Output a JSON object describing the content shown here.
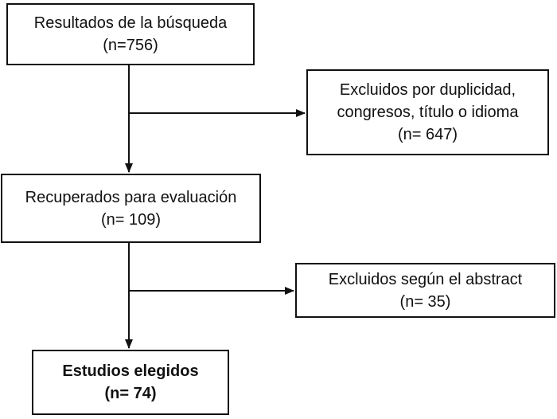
{
  "flowchart": {
    "search_results": {
      "title": "Resultados de la búsqueda",
      "count": "(n=756)"
    },
    "excluded_duplicates": {
      "line1": "Excluidos por duplicidad,",
      "line2": "congresos, título o idioma",
      "count": "(n= 647)"
    },
    "retrieved": {
      "title": "Recuperados para evaluación",
      "count": "(n= 109)"
    },
    "excluded_abstract": {
      "title": "Excluidos según el abstract",
      "count": "(n= 35)"
    },
    "selected": {
      "title": "Estudios elegidos",
      "count": "(n= 74)"
    }
  },
  "colors": {
    "line": "#111111",
    "background": "#ffffff"
  }
}
